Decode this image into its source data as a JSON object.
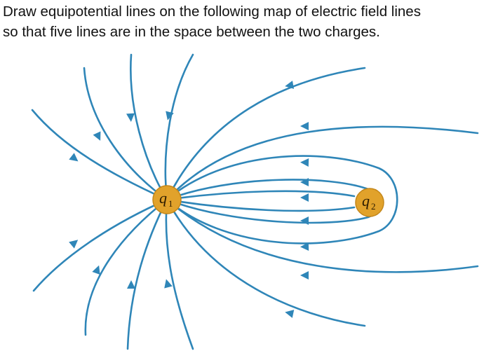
{
  "question": {
    "line1": "Draw equipotential lines on the following map of electric field lines",
    "line2": "so that five lines are in the space between the two charges."
  },
  "charges": [
    {
      "id": "q1",
      "symbol": "q",
      "subscript": "1"
    },
    {
      "id": "q2",
      "symbol": "q",
      "subscript": "2"
    }
  ],
  "colors": {
    "field_line": "#2f86b8",
    "charge_fill": "#e1a22b",
    "text": "#111111"
  }
}
